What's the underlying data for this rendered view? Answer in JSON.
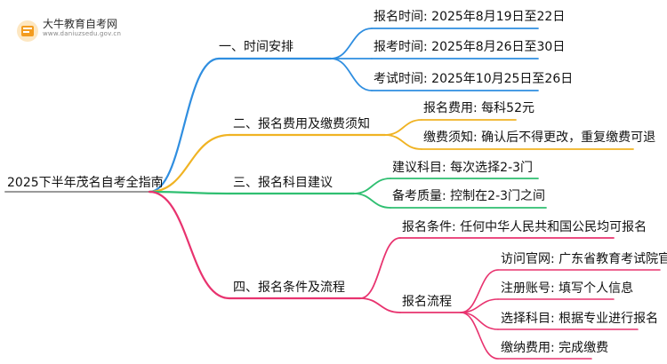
{
  "logo": {
    "title": "大牛教育自考网",
    "url": "www.daniuzsedu.gov.cn"
  },
  "root": {
    "label": "2025下半年茂名自考全指南"
  },
  "branches": [
    {
      "label": "一、时间安排",
      "color": "#2f8ee0",
      "children": [
        {
          "label": "报名时间: 2025年8月19日至22日"
        },
        {
          "label": "报考时间: 2025年8月26日至30日"
        },
        {
          "label": "考试时间: 2025年10月25日至26日"
        }
      ]
    },
    {
      "label": "二、报名费用及缴费须知",
      "color": "#f0b323",
      "children": [
        {
          "label": "报名费用: 每科52元"
        },
        {
          "label": "缴费须知: 确认后不得更改，重复缴费可退"
        }
      ]
    },
    {
      "label": "三、报名科目建议",
      "color": "#2fbf71",
      "children": [
        {
          "label": "建议科目: 每次选择2-3门"
        },
        {
          "label": "备考质量: 控制在2-3门之间"
        }
      ]
    },
    {
      "label": "四、报名条件及流程",
      "color": "#e8336f",
      "children": [
        {
          "label": "报名条件: 任何中华人民共和国公民均可报名"
        },
        {
          "label": "报名流程",
          "children": [
            {
              "label": "访问官网: 广东省教育考试院官网"
            },
            {
              "label": "注册账号: 填写个人信息"
            },
            {
              "label": "选择科目: 根据专业进行报名"
            },
            {
              "label": "缴纳费用: 完成缴费"
            }
          ]
        }
      ]
    }
  ]
}
